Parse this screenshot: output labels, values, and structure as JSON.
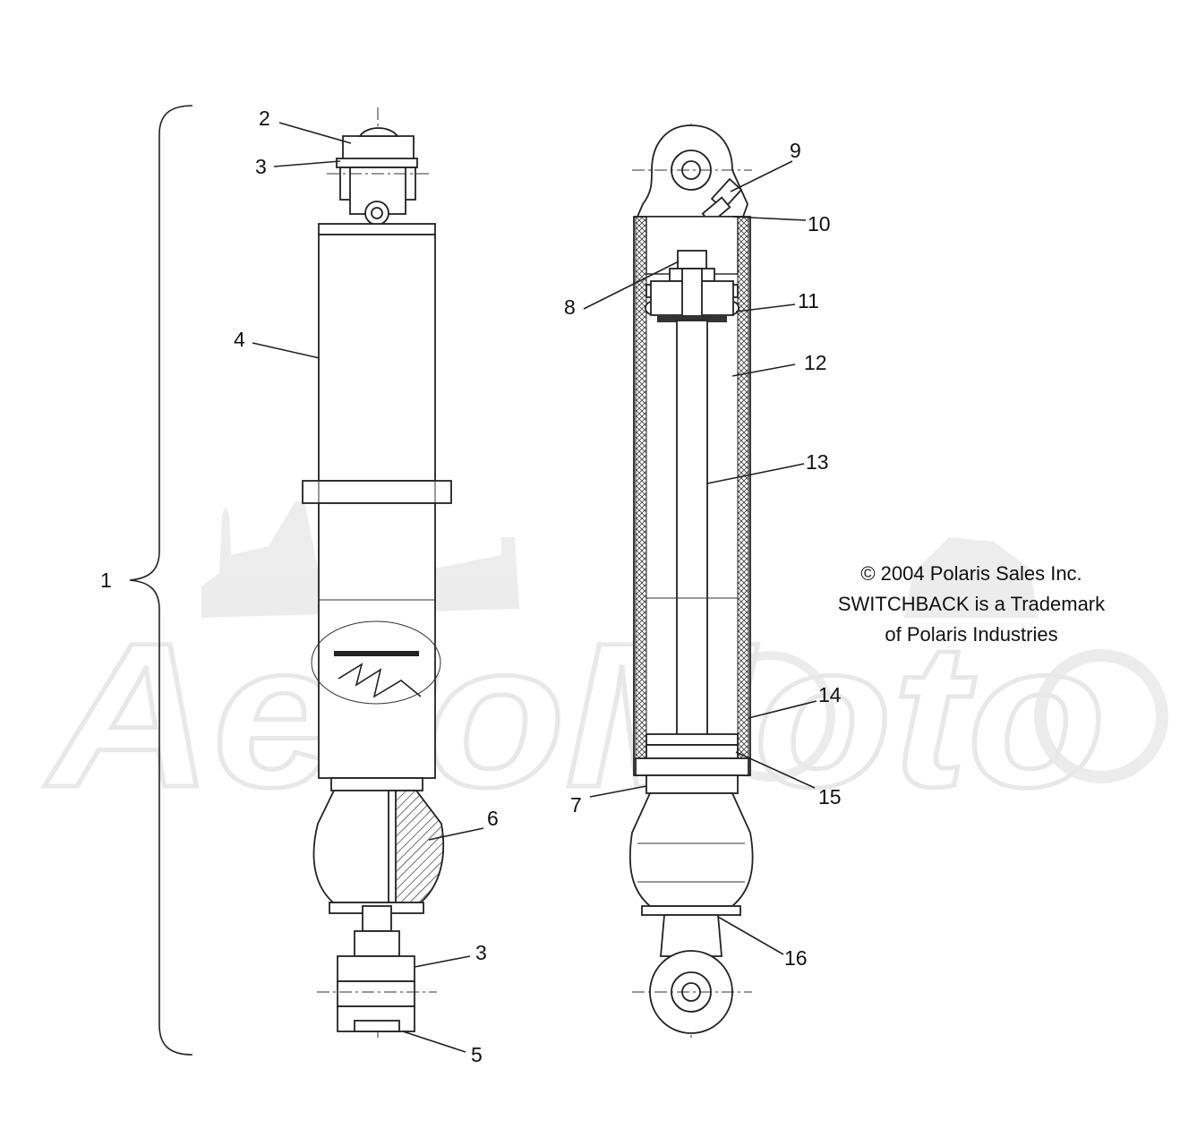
{
  "diagram": {
    "callouts": [
      "1",
      "2",
      "3",
      "4",
      "5",
      "6",
      "3",
      "7",
      "8",
      "9",
      "10",
      "11",
      "12",
      "13",
      "14",
      "15",
      "16"
    ],
    "copyright": {
      "line1": "© 2004 Polaris Sales Inc.",
      "line2": "SWITCHBACK is a Trademark",
      "line3": "of Polaris Industries"
    },
    "watermark_text": "AeroMoto",
    "icons": [
      "shock-absorber-exterior",
      "shock-absorber-cutaway",
      "watermark-logo"
    ]
  }
}
